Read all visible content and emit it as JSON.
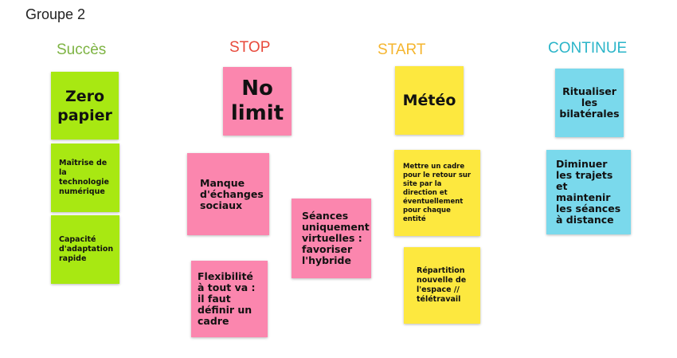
{
  "board": {
    "title": "Groupe 2"
  },
  "colors": {
    "succes": "#7db342",
    "stop": "#e84a3c",
    "start": "#f5b52e",
    "continue": "#2bb5c9",
    "note_green": "#a8e812",
    "note_pink": "#fb86ae",
    "note_yellow": "#fde83f",
    "note_cyan": "#7ad9ec"
  },
  "columns": {
    "succes": {
      "header": "Succès",
      "notes": [
        "Zero papier",
        "Maîtrise de la technologie numérique",
        "Capacité d'adaptation rapide"
      ]
    },
    "stop": {
      "header": "STOP",
      "notes": [
        "No limit",
        "Manque d'échanges sociaux",
        "Séances uniquement virtuelles : favoriser l'hybride",
        "Flexibilité à tout va : il faut définir un cadre"
      ]
    },
    "start": {
      "header": "START",
      "notes": [
        "Météo",
        "Mettre un cadre pour le retour sur site par la direction et éventuellement pour chaque entité",
        "Répartition nouvelle de l'espace // télétravail"
      ]
    },
    "continue": {
      "header": "CONTINUE",
      "notes": [
        "Ritualiser les bilatérales",
        "Diminuer les trajets et maintenir les séances à distance"
      ]
    }
  }
}
